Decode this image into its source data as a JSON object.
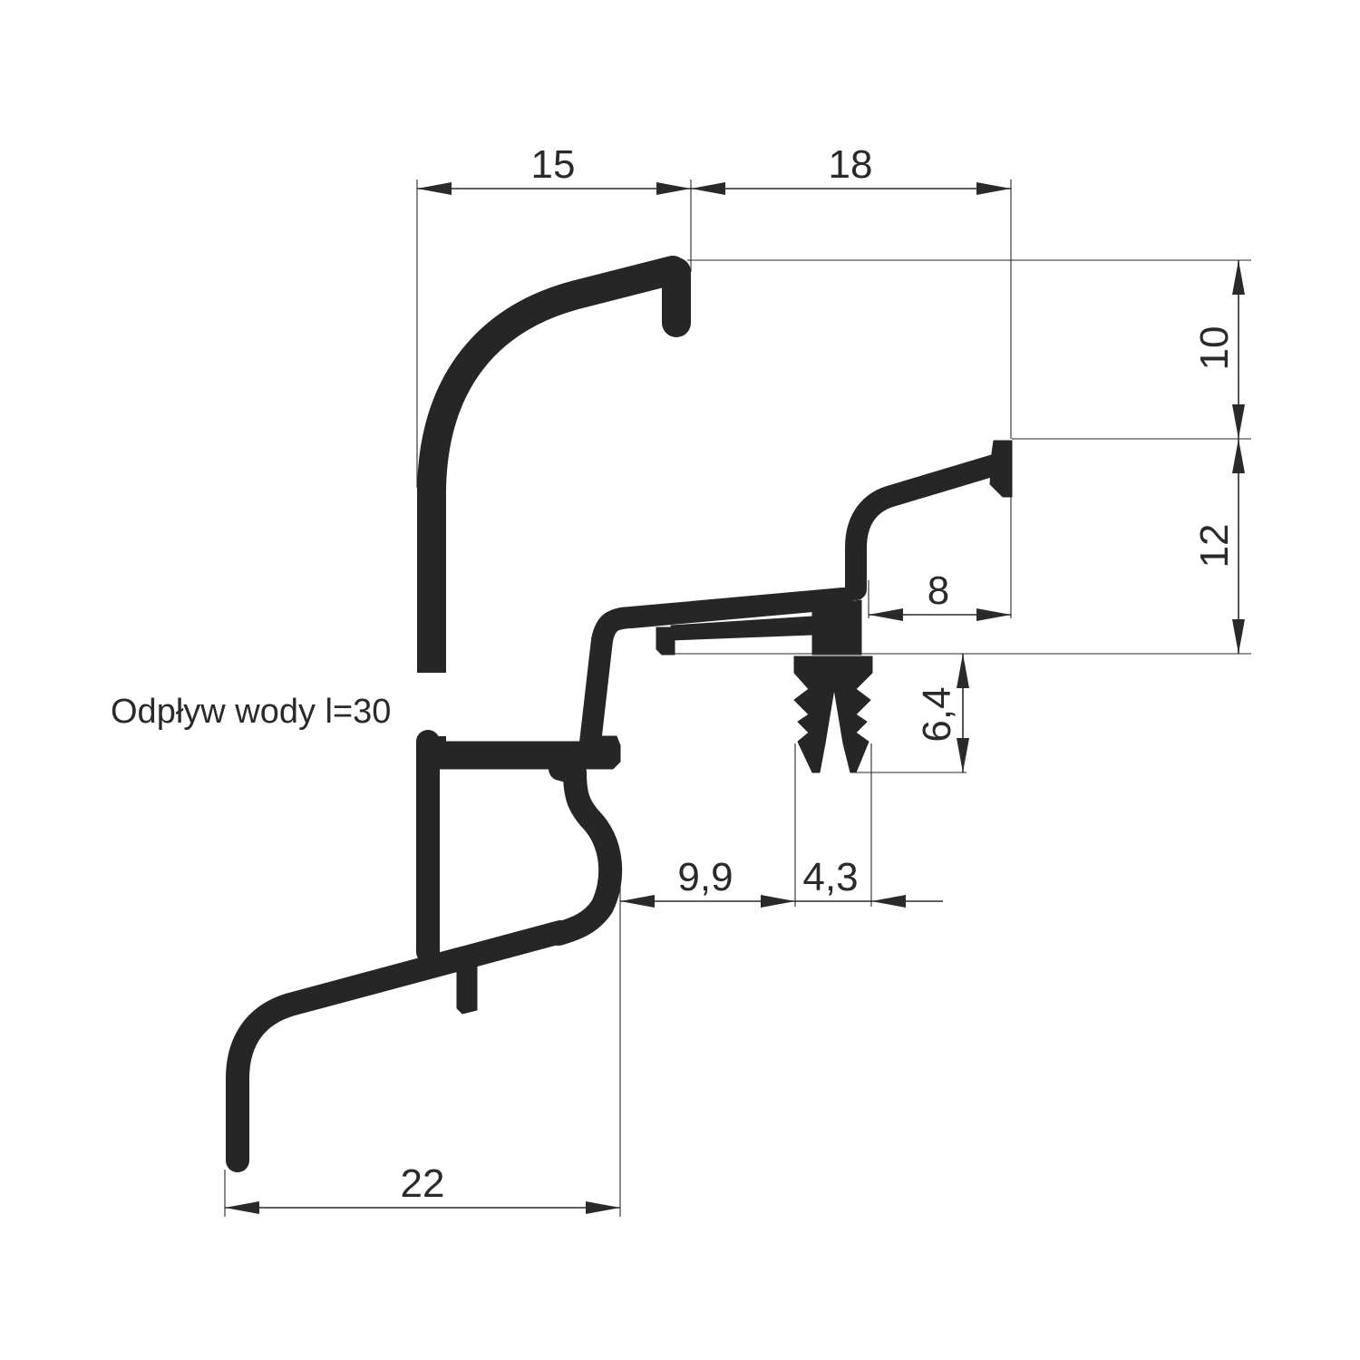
{
  "drawing": {
    "note": "Odpływ wody l=30",
    "dimensions": {
      "top_left_width": "15",
      "top_right_width": "18",
      "right_height_upper": "10",
      "right_height_lower": "12",
      "inner_width": "8",
      "tooth_height": "6,4",
      "gap_width": "9,9",
      "tooth_width": "4,3",
      "bottom_width": "22"
    },
    "colors": {
      "profile": "#262626",
      "lines": "#2a2a2a",
      "background": "#ffffff"
    }
  }
}
